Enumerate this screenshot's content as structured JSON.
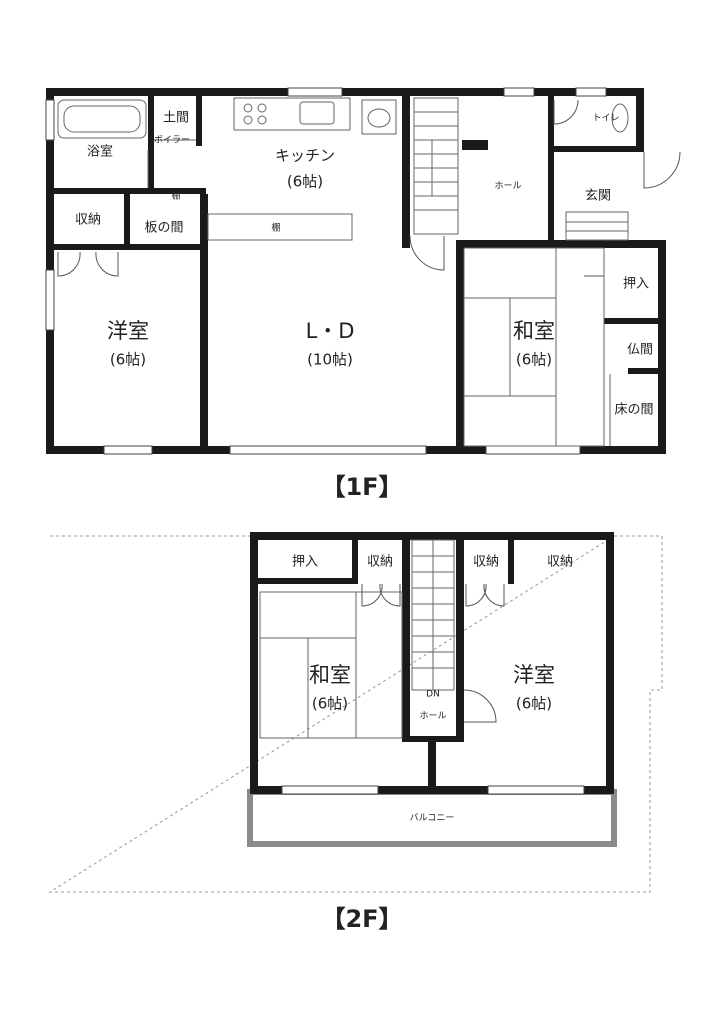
{
  "floor1": {
    "label": "【1F】",
    "rooms": {
      "bath": "浴室",
      "doma": "土間",
      "boiler": "ボイラー",
      "kitchen_name": "キッチン",
      "kitchen_size": "(6帖)",
      "shelf1": "棚",
      "shelf2": "棚",
      "storage": "収納",
      "itanoma": "板の間",
      "western_name": "洋室",
      "western_size": "(6帖)",
      "ld_name": "L・D",
      "ld_size": "(10帖)",
      "hall": "ホール",
      "toilet": "トイレ",
      "entrance": "玄関",
      "closet": "押入",
      "butsuma": "仏間",
      "tokonoma": "床の間",
      "japanese_name": "和室",
      "japanese_size": "(6帖)"
    }
  },
  "floor2": {
    "label": "【2F】",
    "rooms": {
      "closet": "押入",
      "storage1": "収納",
      "storage2": "収納",
      "storage3": "収納",
      "japanese_name": "和室",
      "japanese_size": "(6帖)",
      "western_name": "洋室",
      "western_size": "(6帖)",
      "hall": "ホール",
      "balcony": "バルコニー",
      "dn": "DN"
    }
  }
}
